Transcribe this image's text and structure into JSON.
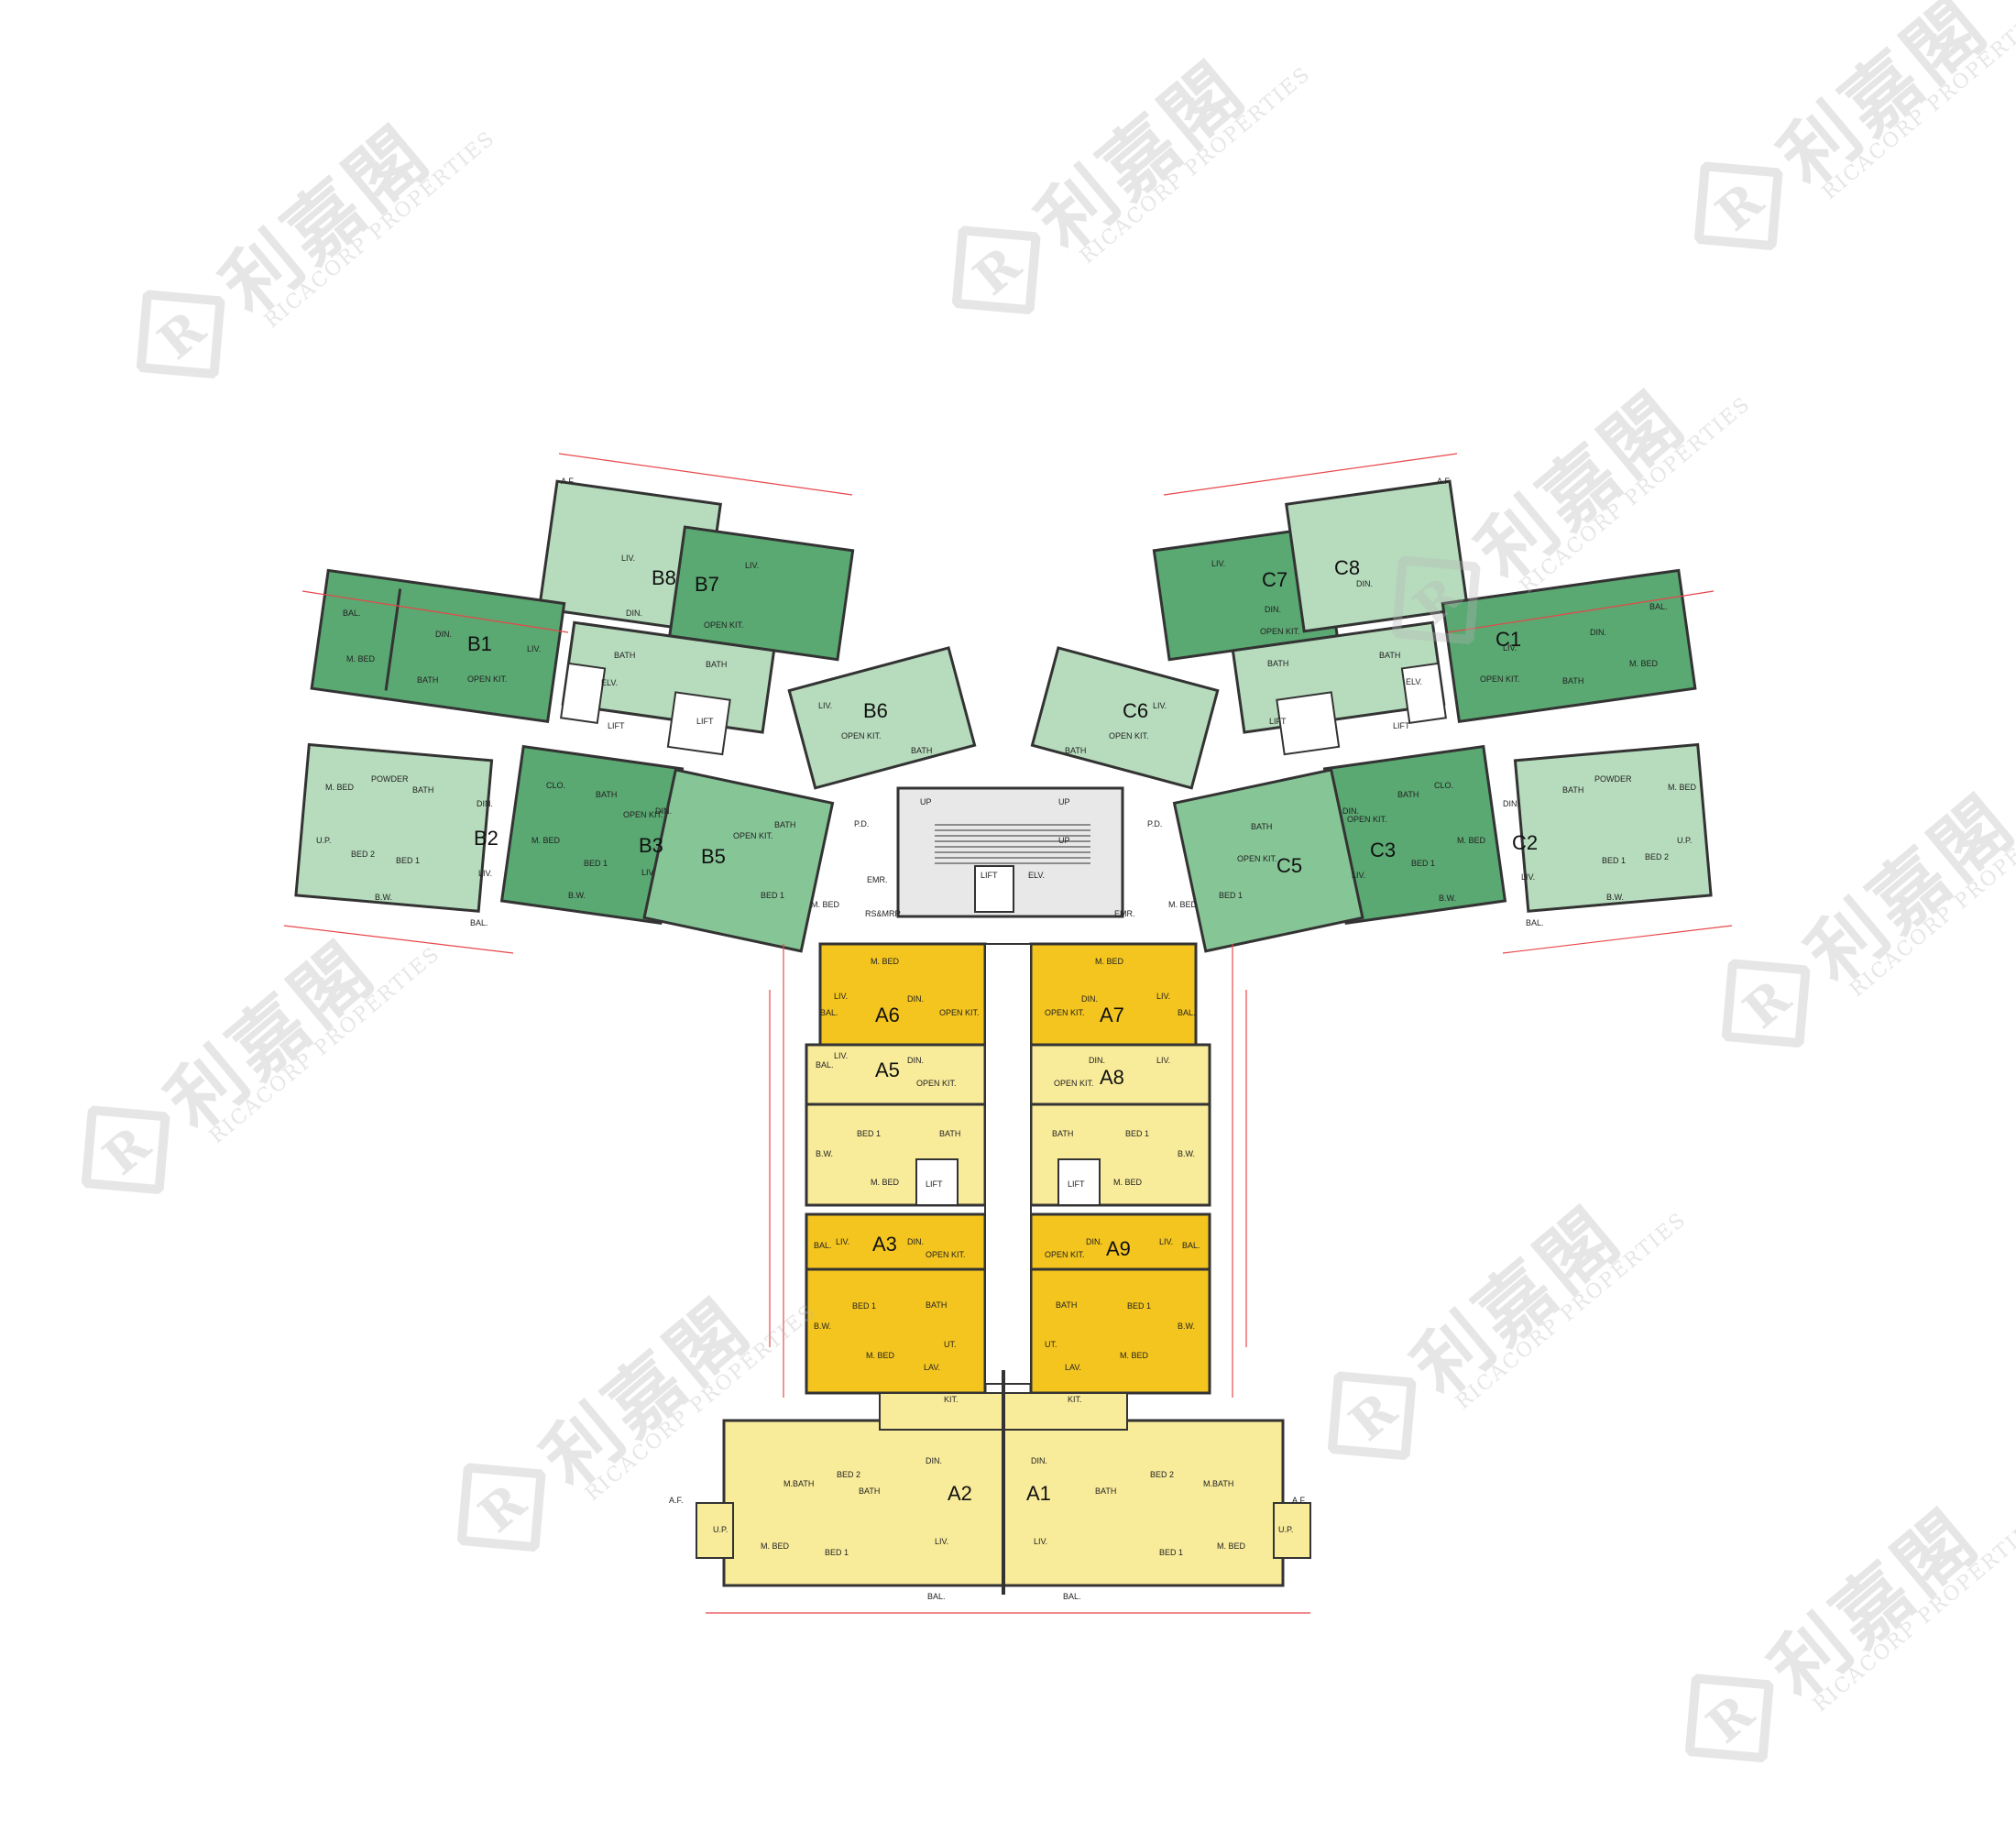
{
  "units": {
    "a1": "A1",
    "a2": "A2",
    "a3": "A3",
    "a5": "A5",
    "a6": "A6",
    "a7": "A7",
    "a8": "A8",
    "a9": "A9",
    "b1": "B1",
    "b2": "B2",
    "b3": "B3",
    "b5": "B5",
    "b6": "B6",
    "b7": "B7",
    "b8": "B8",
    "c1": "C1",
    "c2": "C2",
    "c3": "C3",
    "c5": "C5",
    "c6": "C6",
    "c7": "C7",
    "c8": "C8"
  },
  "rooms": {
    "liv": "LIV.",
    "din": "DIN.",
    "open_kit": "OPEN KIT.",
    "m_bed": "M. BED",
    "bed1": "BED 1",
    "bed2": "BED 2",
    "bath": "BATH",
    "bal": "BAL.",
    "lift": "LIFT",
    "elv": "ELV.",
    "up": "UP",
    "pd": "P.D.",
    "bw": "B.W.",
    "kit": "KIT.",
    "ut": "UT.",
    "lav": "LAV.",
    "powder": "POWDER",
    "clo": "CLO.",
    "up_plat": "U.P.",
    "af": "A.F.",
    "m_bath": "M.BATH",
    "emr": "EMR.",
    "rs_mrr": "RS&MRR"
  },
  "watermark": {
    "chinese": "利嘉閣",
    "english": "RICACORP PROPERTIES",
    "logo_letter": "R"
  },
  "colors": {
    "green_dark": "#5aa872",
    "green_mid": "#86c596",
    "green_light": "#b7dcbd",
    "yellow_dark": "#f4c51f",
    "yellow_light": "#f8eb9a",
    "dim_red": "#e8464a",
    "wall": "#333333",
    "watermark": "#b5b5b5"
  }
}
